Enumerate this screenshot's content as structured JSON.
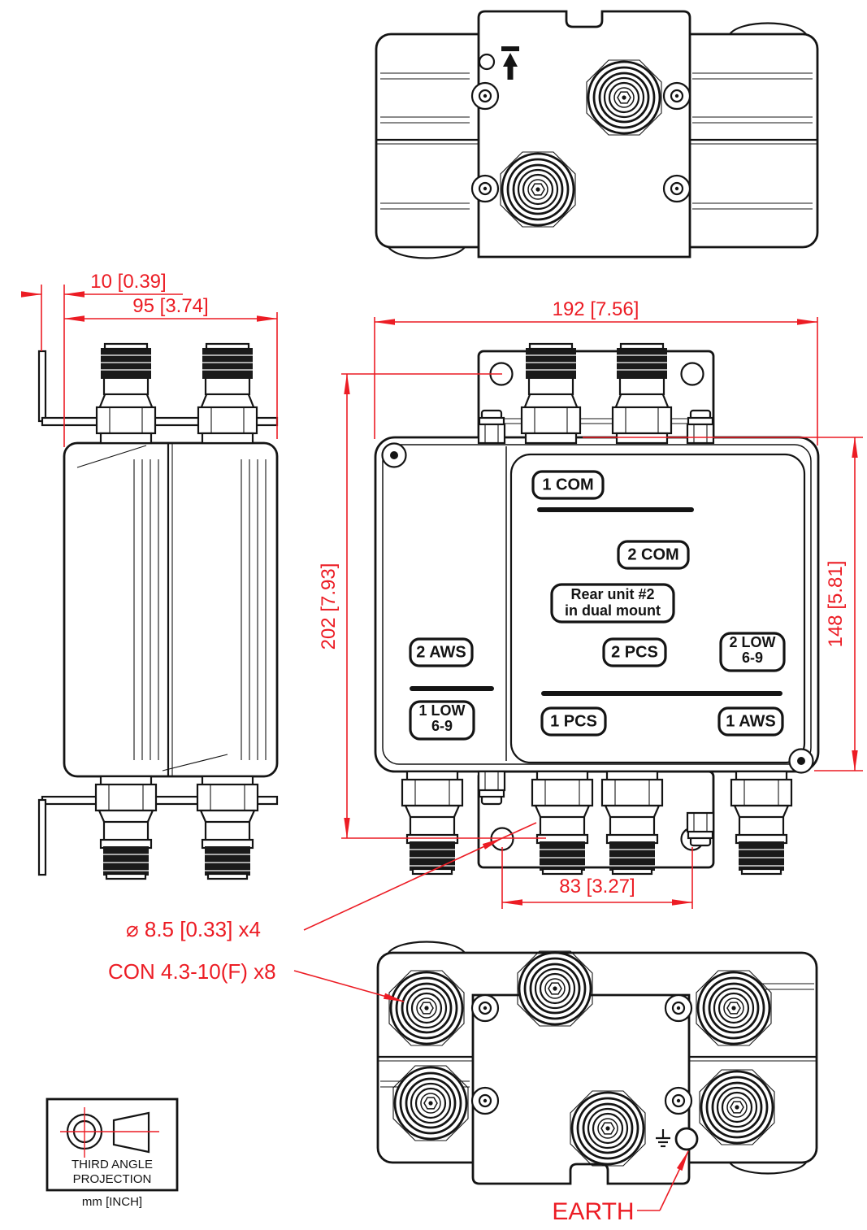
{
  "drawing": {
    "dims": {
      "d10": "10 [0.39]",
      "d95": "95 [3.74]",
      "d192": "192 [7.56]",
      "d202": "202 [7.93]",
      "d148": "148 [5.81]",
      "d83": "83 [3.27]"
    },
    "callouts": {
      "hole": "⌀ 8.5 [0.33]  x4",
      "connector": "CON 4.3-10(F) x8",
      "earth": "EARTH"
    },
    "front_labels": {
      "com1": "1 COM",
      "com2": "2 COM",
      "rear1": "Rear unit #2",
      "rear2": "in dual mount",
      "aws2": "2 AWS",
      "pcs2": "2 PCS",
      "low2a": "2 LOW",
      "low2b": "6-9",
      "low1a": "1 LOW",
      "low1b": "6-9",
      "pcs1": "1 PCS",
      "aws1": "1 AWS"
    },
    "projection": {
      "line1": "THIRD ANGLE",
      "line2": "PROJECTION",
      "units": "mm [INCH]"
    },
    "colors": {
      "dimension_red": "#ec1c24",
      "line_black": "#141414"
    }
  }
}
